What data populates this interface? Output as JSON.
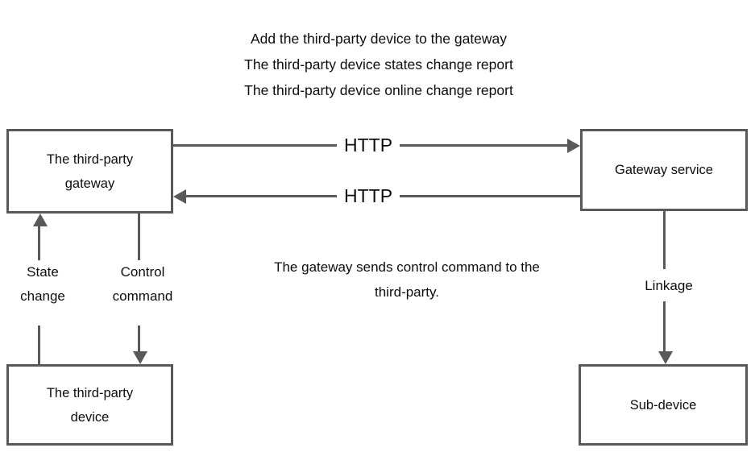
{
  "diagram": {
    "title_lines": [
      "Add the third-party device to the gateway",
      "The third-party device states change report",
      "The third-party device online change report"
    ],
    "nodes": {
      "third_party_gateway": {
        "line1": "The third-party",
        "line2": "gateway"
      },
      "gateway_service": {
        "line1": "Gateway service"
      },
      "third_party_device": {
        "line1": "The third-party",
        "line2": "device"
      },
      "sub_device": {
        "line1": "Sub-device"
      }
    },
    "edges": {
      "http_up": "HTTP",
      "http_down": "HTTP",
      "state_change_line1": "State",
      "state_change_line2": "change",
      "control_command_line1": "Control",
      "control_command_line2": "command",
      "linkage": "Linkage"
    },
    "notes": {
      "control_note_line1": "The gateway sends control command to the",
      "control_note_line2": "third-party."
    },
    "colors": {
      "stroke": "#595959",
      "text": "#0d0d0d",
      "background": "#ffffff"
    }
  }
}
